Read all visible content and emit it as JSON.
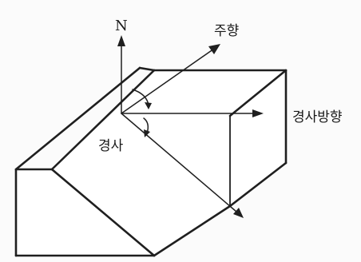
{
  "labels": {
    "north": "N",
    "strike": "주향",
    "dip_direction": "경사방향",
    "dip": "경사"
  }
}
